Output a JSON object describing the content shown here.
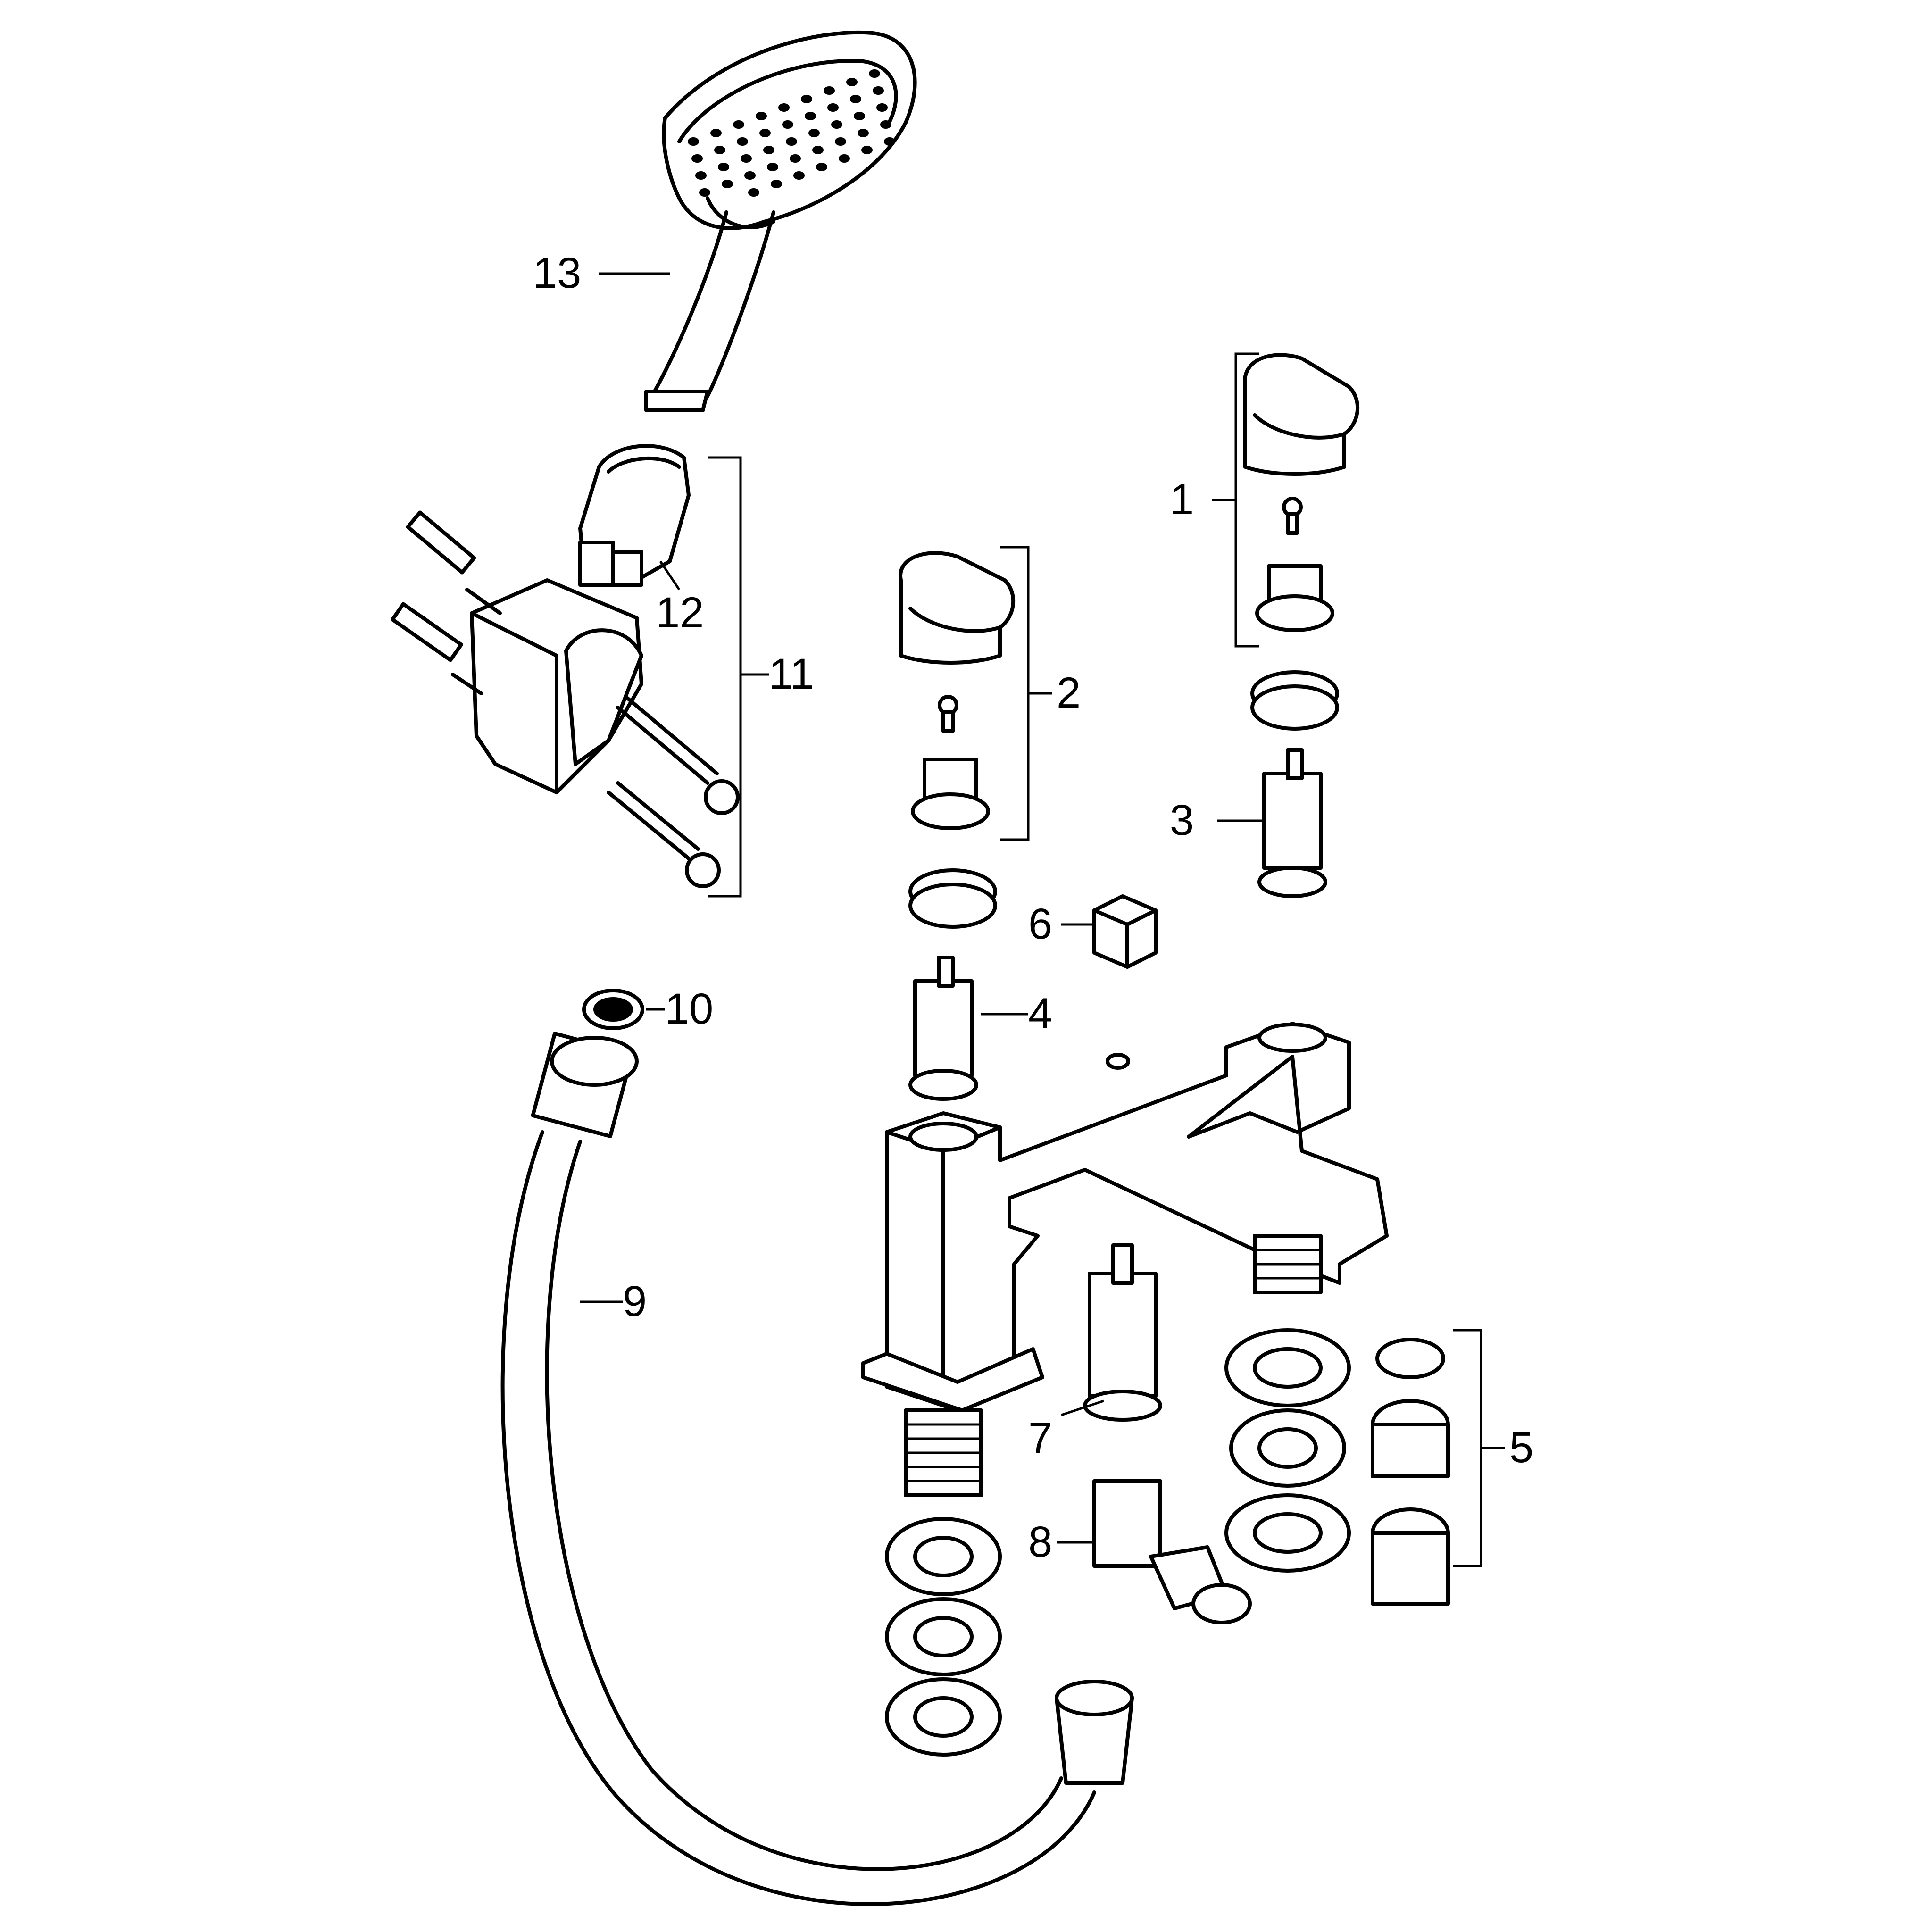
{
  "diagram": {
    "labels": {
      "p1": "1",
      "p2": "2",
      "p3": "3",
      "p4": "4",
      "p5": "5",
      "p6": "6",
      "p7": "7",
      "p8": "8",
      "p9": "9",
      "p10": "10",
      "p11": "11",
      "p12": "12",
      "p13": "13"
    }
  }
}
